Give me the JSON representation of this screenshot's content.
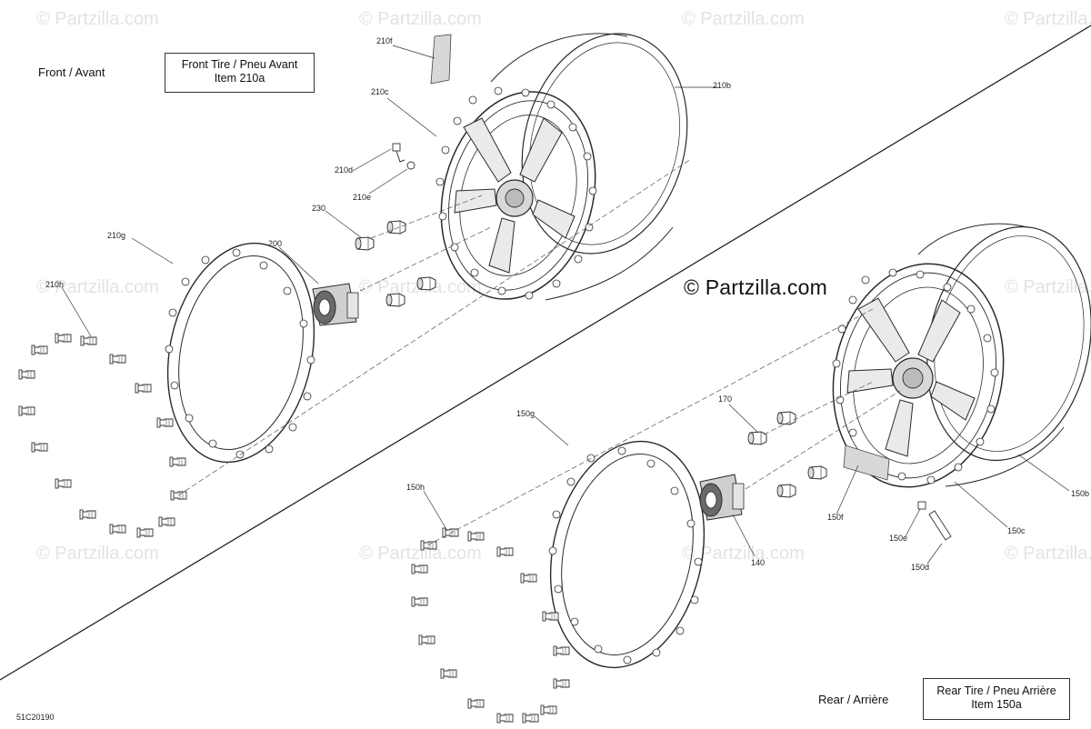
{
  "front": {
    "side_label": "Front / Avant",
    "box_line1": "Front Tire / Pneu Avant",
    "box_line2": "Item 210a"
  },
  "rear": {
    "side_label": "Rear / Arrière",
    "box_line1": "Rear Tire / Pneu Arrière",
    "box_line2": "Item 150a"
  },
  "figure_id": "51C20190",
  "copyright": "© Partzilla.com",
  "watermark": "© Partzilla.com",
  "callouts": {
    "c210f": "210f",
    "c210b": "210b",
    "c210c": "210c",
    "c210d": "210d",
    "c210e": "210e",
    "c230": "230",
    "c200": "200",
    "c210g": "210g",
    "c210h": "210h",
    "c170": "170",
    "c150g": "150g",
    "c150h": "150h",
    "c140": "140",
    "c150f": "150f",
    "c150e": "150e",
    "c150d": "150d",
    "c150c": "150c",
    "c150b": "150b"
  },
  "colors": {
    "line": "#2a2a2a",
    "watermark": "#e3e3e3"
  }
}
